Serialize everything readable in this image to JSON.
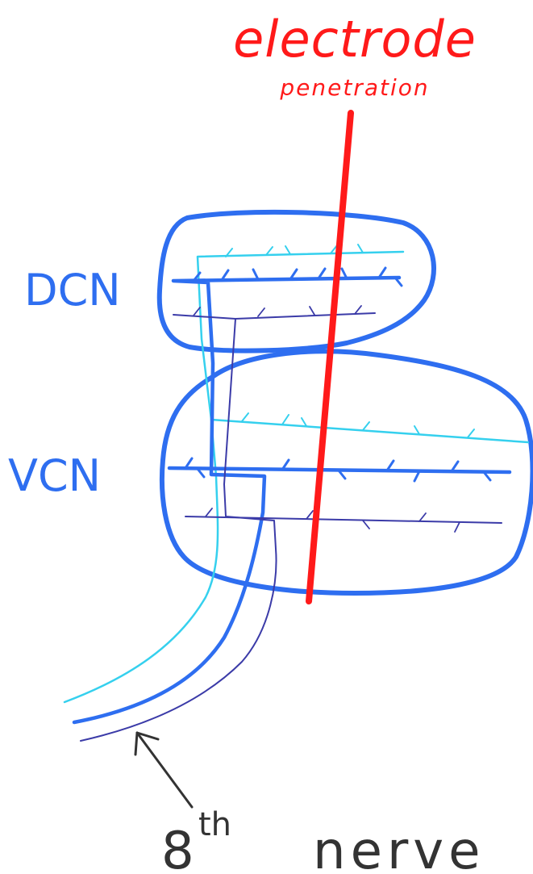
{
  "labels": {
    "electrode_title": "electrode",
    "electrode_subtitle": "penetration",
    "dcn": "DCN",
    "vcn": "VCN",
    "nerve_number": "8",
    "nerve_suffix": "th",
    "nerve_word": "nerve"
  },
  "colors": {
    "electrode": "#ff1a1a",
    "nucleus_outline": "#2e6ef0",
    "fiber_light": "#35d0ee",
    "fiber_medium": "#2e6ef0",
    "fiber_dark": "#3b3ba8",
    "arrow": "#333333",
    "text_blue": "#2e6ef0",
    "text_dark": "#333333"
  }
}
